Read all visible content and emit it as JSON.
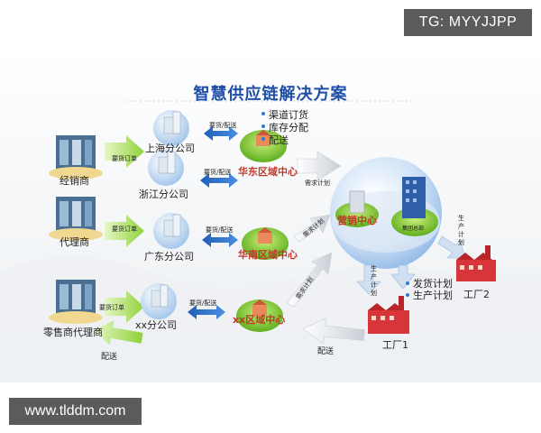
{
  "watermark_top": "TG: MYYJJPP",
  "watermark_bottom": "www.tlddm.com",
  "diagram": {
    "title": "智慧供应链解决方案",
    "dealers": [
      {
        "label": "经销商",
        "order": "要货订单"
      },
      {
        "label": "代理商",
        "order": "要货订单"
      },
      {
        "label": "零售商代理商",
        "order": "要货订单"
      }
    ],
    "branches": [
      "上海分公司",
      "浙江分公司",
      "广东分公司",
      "xx分公司"
    ],
    "branch_links": [
      "要货/配送",
      "要货/配送",
      "要货/配送",
      "要货/配送"
    ],
    "regions": [
      "华东区域中心",
      "华南区域中心",
      "xx区域中心"
    ],
    "demand_plan": "需求计划",
    "center": {
      "label": "营销中心",
      "hq": "集团总部"
    },
    "top_bullets": [
      "渠道订货",
      "库存分配",
      "配送"
    ],
    "plan_bullets": [
      "发货计划",
      "生产计划"
    ],
    "production_plan": "生产计划",
    "factories": [
      "工厂1",
      "工厂2"
    ],
    "delivery": "配送"
  }
}
